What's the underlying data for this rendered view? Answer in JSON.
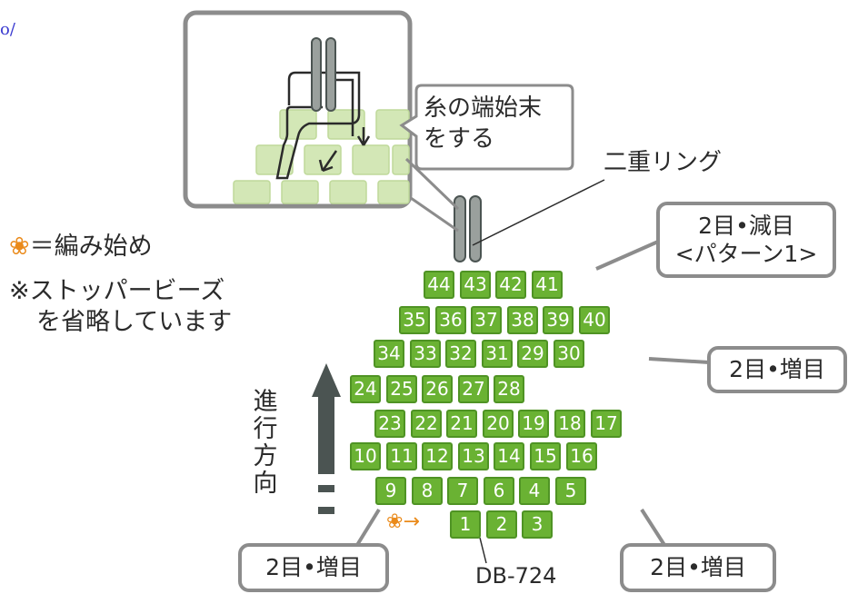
{
  "corner_text": "o/",
  "legend": {
    "star": "❀",
    "start_label": "＝編み始め",
    "note_line1": "※ストッパービーズ",
    "note_line2": "を省略しています"
  },
  "direction": [
    "進",
    "行",
    "方",
    "向"
  ],
  "inset_callout": {
    "line1": "糸の端始末",
    "line2": "をする"
  },
  "ring_label": "二重リング",
  "top_right_box": {
    "line1": "2目•減目",
    "line2": "<パターン1>"
  },
  "increase_label": "2目•増目",
  "bead_label": "DB-724",
  "start_arrow": "→",
  "beads": [
    [
      "44",
      "43",
      "42",
      "41"
    ],
    [
      "35",
      "36",
      "37",
      "38",
      "39",
      "40"
    ],
    [
      "34",
      "33",
      "32",
      "31",
      "29",
      "30"
    ],
    [
      "24",
      "25",
      "26",
      "27",
      "28"
    ],
    [
      "23",
      "22",
      "21",
      "20",
      "19",
      "18",
      "17"
    ],
    [
      "10",
      "11",
      "12",
      "13",
      "14",
      "15",
      "16"
    ],
    [
      "9",
      "8",
      "7",
      "6",
      "4",
      "5"
    ],
    [
      "1",
      "2",
      "3"
    ]
  ],
  "colors": {
    "bead_fill": "#6ab233",
    "bead_border": "#4f9324",
    "bead_pale": "#d3e7b6",
    "box_border": "#8c8c8c",
    "star": "#ea8a1a",
    "arrow": "#4b5452"
  }
}
